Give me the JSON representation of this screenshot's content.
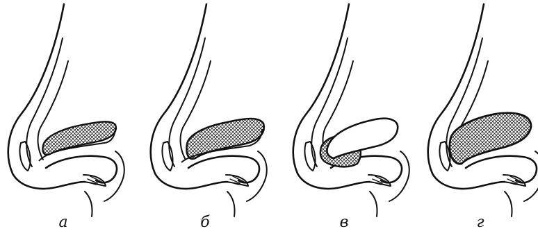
{
  "panels": [
    {
      "id": "a",
      "caption": "а",
      "variant": "thin-hatched-implant"
    },
    {
      "id": "b",
      "caption": "б",
      "variant": "thick-hatched-implant"
    },
    {
      "id": "v",
      "caption": "в",
      "variant": "white-implant-over-hatched"
    },
    {
      "id": "g",
      "caption": "г",
      "variant": "large-hatched-implant"
    }
  ],
  "colors": {
    "line": "#111111",
    "paper": "#ffffff",
    "hatch": "#222222"
  }
}
